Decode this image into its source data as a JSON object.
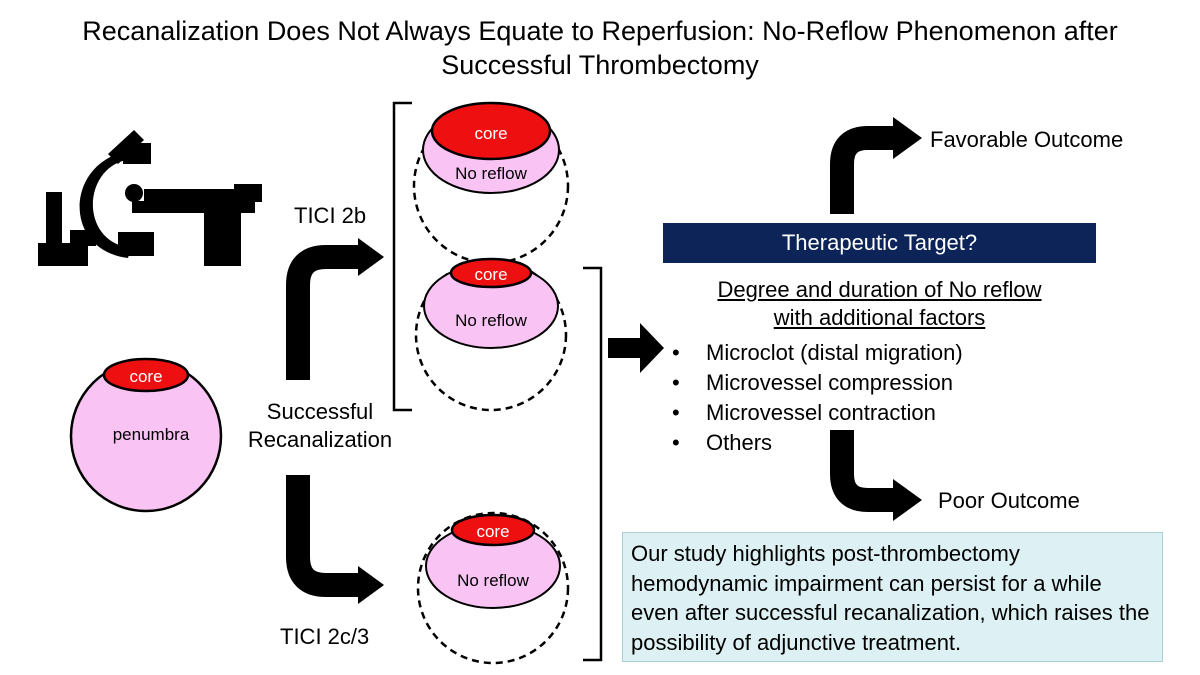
{
  "title": {
    "line1": "Recanalization Does Not Always Equate to Reperfusion: No-Reflow Phenomenon after",
    "line2": "Successful Thrombectomy"
  },
  "initial_brain": {
    "core_label": "core",
    "penumbra_label": "penumbra"
  },
  "recanalization_label": {
    "line1": "Successful",
    "line2": "Recanalization"
  },
  "branches": {
    "tici_2b": "TICI 2b",
    "tici_2c3": "TICI 2c/3"
  },
  "outcome_circles": [
    {
      "core_label": "core",
      "no_reflow_label": "No reflow"
    },
    {
      "core_label": "core",
      "no_reflow_label": "No reflow"
    },
    {
      "core_label": "core",
      "no_reflow_label": "No reflow"
    }
  ],
  "therapeutic_target": "Therapeutic Target?",
  "degree_heading": {
    "line1": "Degree and duration of No reflow",
    "line2": "with additional factors"
  },
  "factors": [
    "Microclot (distal migration)",
    "Microvessel compression",
    "Microvessel contraction",
    "Others"
  ],
  "bullet_symbol": "•",
  "outcomes": {
    "favorable": "Favorable Outcome",
    "poor": "Poor Outcome"
  },
  "summary": "Our study highlights post-thrombectomy hemodynamic impairment can persist for a while even after successful recanalization, which raises the possibility of adjunctive treatment.",
  "colors": {
    "core": "#ee1010",
    "penumbra": "#f9c3f3",
    "banner": "#0c2458",
    "summary_box": "#ddf0f3"
  },
  "icons": {
    "imaging_machine": "angiography-c-arm-icon"
  }
}
